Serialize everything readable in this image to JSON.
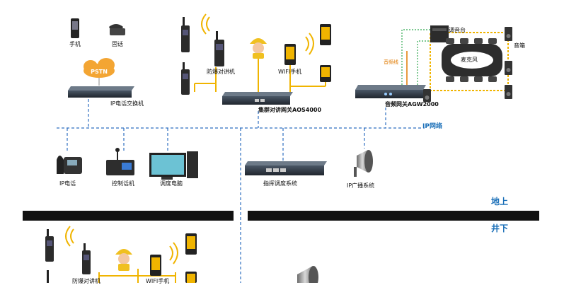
{
  "labels": {
    "mobile_phone": "手机",
    "landline": "固话",
    "pstn_cloud": "PSTN",
    "ip_pbx": "IP电话交换机",
    "explosion_proof_radio": "防爆对讲机",
    "wifi_phone": "WIFI手机",
    "cluster_gateway": "集群对讲网关AOS4000",
    "audio_line": "音频线",
    "mixer": "调音台",
    "speaker_box": "音箱",
    "microphone": "麦克风",
    "audio_gateway": "音频网关AGW2000",
    "ip_network": "IP网络",
    "ip_phone": "IP电话",
    "control_phone": "控制话机",
    "dispatch_pc": "调度电脑",
    "command_system": "指挥调度系统",
    "ip_broadcast": "IP广播系统",
    "above_ground": "地上",
    "below_ground": "井下",
    "bottom_radio": "防爆对讲机",
    "bottom_wifi": "WIFI手机"
  },
  "colors": {
    "network_line": "#2e6fc0",
    "cluster_line": "#f0b400",
    "audio_line": "#e07a00",
    "mixer_link": "#2fa84f",
    "divider": "#111111"
  }
}
